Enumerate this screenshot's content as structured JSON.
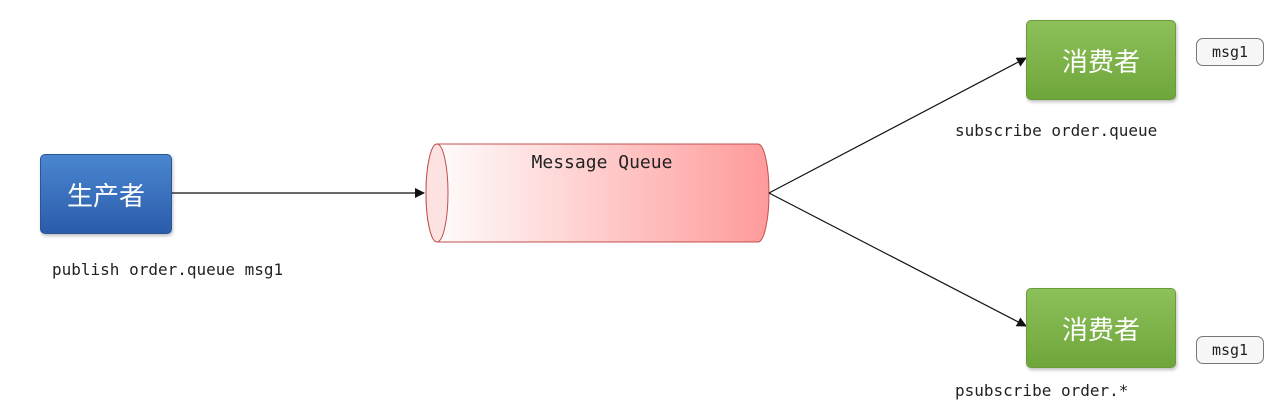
{
  "producer": {
    "label": "生产者",
    "command": "publish order.queue msg1"
  },
  "queue": {
    "label": "Message Queue"
  },
  "consumers": [
    {
      "label": "消费者",
      "command": "subscribe order.queue",
      "message": "msg1"
    },
    {
      "label": "消费者",
      "command": "psubscribe order.*",
      "message": "msg1"
    }
  ],
  "colors": {
    "producer": "#3a6fbf",
    "consumer": "#7db548",
    "queue_fill_start": "#ffffff",
    "queue_fill_end": "#ff9a9a",
    "queue_border": "#c0504d"
  }
}
